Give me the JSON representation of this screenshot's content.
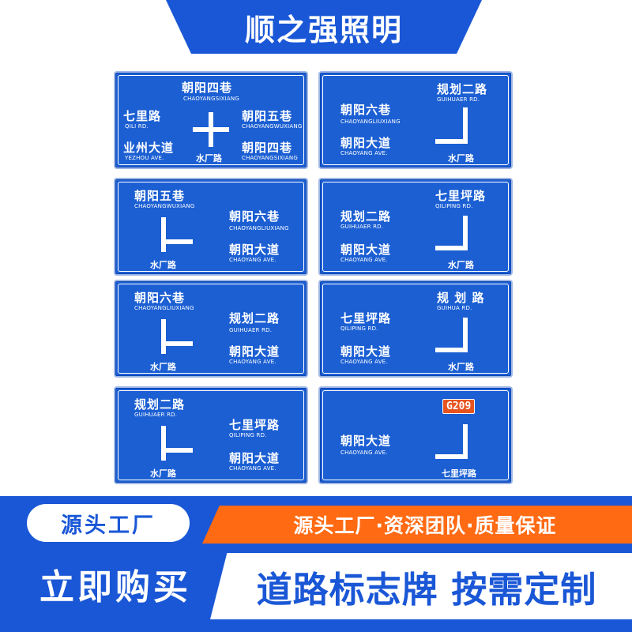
{
  "brand": "顺之强照明",
  "colors": {
    "sign_blue": "#1b5fd3",
    "banner_blue": "#1a57d6",
    "accent_orange": "#ff6a13",
    "route_red": "#e8541f"
  },
  "signs": [
    {
      "top": {
        "zh": "朝阳四巷",
        "en": "CHAOYANGSIXIANG"
      },
      "left1": {
        "zh": "七里路",
        "en": "QILI RD."
      },
      "left2": {
        "zh": "业州大道",
        "en": "YEZHOU AVE."
      },
      "right1": {
        "zh": "朝阳五巷",
        "en": "CHAOYANGWUXIANG"
      },
      "right2": {
        "zh": "朝阳四巷",
        "en": "CHAOYANGSIXIANG"
      },
      "bottom": "水厂路"
    },
    {
      "a": {
        "zh": "朝阳六巷",
        "en": "CHAOYANGLIUXIANG"
      },
      "b": {
        "zh": "朝阳大道",
        "en": "CHAOYANG AVE."
      },
      "c": {
        "zh": "规划二路",
        "en": "GUIHUAER RD."
      },
      "bottom": "水厂路"
    },
    {
      "a": {
        "zh": "朝阳五巷",
        "en": "CHAOYANGWUXIANG"
      },
      "b": {
        "zh": "朝阳六巷",
        "en": "CHAOYANGLIUXIANG"
      },
      "c": {
        "zh": "朝阳大道",
        "en": "CHAOYANG AVE."
      },
      "bottom": "水厂路"
    },
    {
      "a": {
        "zh": "规划二路",
        "en": "GUIHUAER RD."
      },
      "b": {
        "zh": "朝阳大道",
        "en": "CHAOYANG AVE."
      },
      "c": {
        "zh": "七里坪路",
        "en": "QILIPING RD."
      },
      "bottom": "水厂路"
    },
    {
      "a": {
        "zh": "朝阳六巷",
        "en": "CHAOYANGLIUXIANG"
      },
      "b": {
        "zh": "规划二路",
        "en": "GUIHUAER RD."
      },
      "c": {
        "zh": "朝阳大道",
        "en": "CHAOYANG AVE."
      },
      "bottom": "水厂路"
    },
    {
      "a": {
        "zh": "七里坪路",
        "en": "QILIPING RD."
      },
      "b": {
        "zh": "朝阳大道",
        "en": "CHAOYANG AVE."
      },
      "c": {
        "zh": "规 划 路",
        "en": "GUIHUA RD."
      },
      "bottom": "水厂路"
    },
    {
      "a": {
        "zh": "规划二路",
        "en": "GUIHUAER RD."
      },
      "b": {
        "zh": "七里坪路",
        "en": "QILIPING RD."
      },
      "c": {
        "zh": "朝阳大道",
        "en": "CHAOYANG AVE."
      },
      "bottom": "水厂路"
    },
    {
      "badge": "G209",
      "a": {
        "zh": "朝阳大道",
        "en": "CHAOYANG AVE."
      },
      "bottom": "七里坪路"
    }
  ],
  "bottom": {
    "factory": "源头工厂",
    "features": "源头工厂·资深团队·质量保证",
    "buy_now": "立即购买",
    "slogan": "道路标志牌 按需定制"
  }
}
